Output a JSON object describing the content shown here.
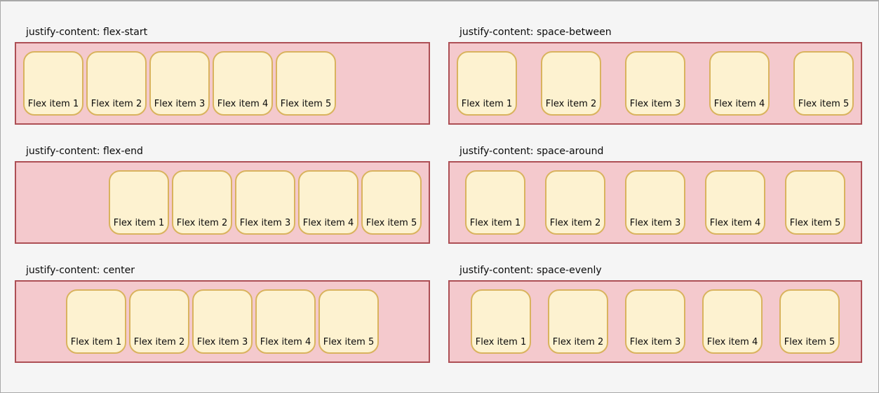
{
  "window": {
    "background": "#f5f5f5",
    "frame_border": "#a8a8a8"
  },
  "colors": {
    "container_bg": "#f4c9cd",
    "container_border": "#ad4f55",
    "item_bg": "#fdf2d0",
    "item_border": "#d9b35e",
    "title_color": "#0a0a0a",
    "item_text_color": "#0a0a0a"
  },
  "panels": [
    {
      "id": "flex-start",
      "title": "justify-content: flex-start",
      "justify": "flex-start",
      "items": [
        "Flex item 1",
        "Flex item 2",
        "Flex item 3",
        "Flex item 4",
        "Flex item 5"
      ]
    },
    {
      "id": "space-between",
      "title": "justify-content: space-between",
      "justify": "space-between",
      "items": [
        "Flex item 1",
        "Flex item 2",
        "Flex item 3",
        "Flex item 4",
        "Flex item 5"
      ]
    },
    {
      "id": "flex-end",
      "title": "justify-content: flex-end",
      "justify": "flex-end",
      "items": [
        "Flex item 1",
        "Flex item 2",
        "Flex item 3",
        "Flex item 4",
        "Flex item 5"
      ]
    },
    {
      "id": "space-around",
      "title": "justify-content: space-around",
      "justify": "space-around",
      "items": [
        "Flex item 1",
        "Flex item 2",
        "Flex item 3",
        "Flex item 4",
        "Flex item 5"
      ]
    },
    {
      "id": "center",
      "title": "justify-content: center",
      "justify": "center",
      "items": [
        "Flex item 1",
        "Flex item 2",
        "Flex item 3",
        "Flex item 4",
        "Flex item 5"
      ]
    },
    {
      "id": "space-evenly",
      "title": "justify-content: space-evenly",
      "justify": "space-evenly",
      "items": [
        "Flex item 1",
        "Flex item 2",
        "Flex item 3",
        "Flex item 4",
        "Flex item 5"
      ]
    }
  ]
}
